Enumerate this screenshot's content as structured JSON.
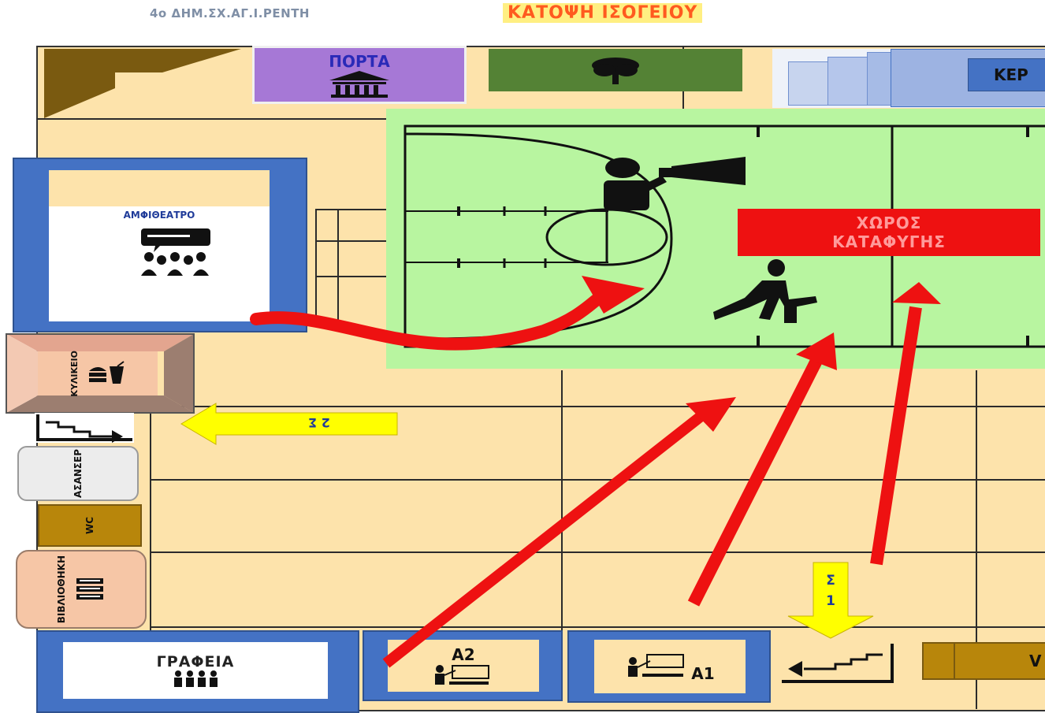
{
  "header": {
    "school": "4ο ΔΗΜ.ΣΧ.ΑΓ.Ι.ΡΕΝΤΗ",
    "title": "ΚΑΤΟΨΗ ΙΣΟΓΕΙΟΥ"
  },
  "rooms": {
    "gate": "ΠΟΡΤΑ",
    "amphitheater": "ΑΜΦΙΘΕΑΤΡΟ",
    "canteen": "ΚΥΛΙΚΕΙΟ",
    "elevator": "ΑΣΑΝΣΕΡ",
    "wc": "WC",
    "library": "ΒΙΒΛΙΟΘΗΚΗ",
    "offices": "ΓΡΑΦΕΙΑ",
    "a2": "Α2",
    "a1": "Α1",
    "partial_top_right": "ΚΕΡ",
    "partial_bottom_right": "V"
  },
  "shelter": {
    "line1": "ΧΩΡΟΣ",
    "line2": "ΚΑΤΑΦΥΓΗΣ"
  },
  "stair_signs": {
    "left": "2   Σ",
    "bottom_line1": "Σ",
    "bottom_line2": "1"
  },
  "colors": {
    "floor": "#fde3ab",
    "room_border": "#4472c4",
    "shelter_zone": "#b8f5a0",
    "shelter_label": "#ee1111",
    "arrow": "#ee1111",
    "stair_arrow": "#ffff00",
    "gate": "#a678d6",
    "tree_box": "#548235",
    "canteen": "#f6c6a6",
    "wc": "#b8860b"
  },
  "icons": [
    "building-icon",
    "tree-icon",
    "presentation-audience-icon",
    "megaphone-person-icon",
    "walking-person-icon",
    "food-icon",
    "stairs-icon",
    "books-icon",
    "people-icon",
    "teacher-class-icon"
  ]
}
